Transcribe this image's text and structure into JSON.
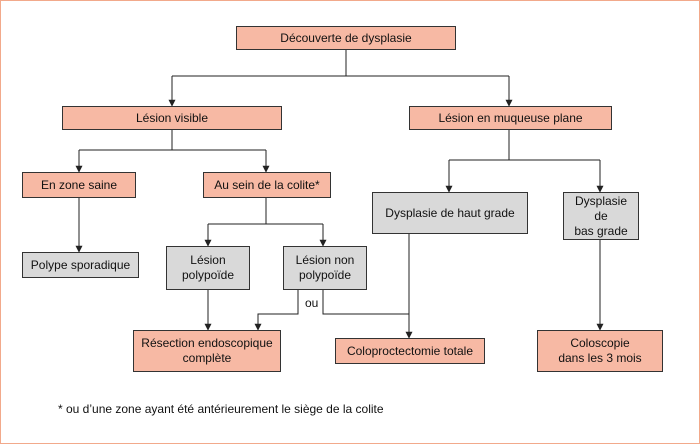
{
  "nodes": {
    "root": "Découverte de dysplasie",
    "visible_lesion": "Lésion visible",
    "flat_lesion": "Lésion en muqueuse plane",
    "healthy_zone": "En zone saine",
    "within_colitis": "Au sein de la colite*",
    "high_grade": "Dysplasie de haut grade",
    "low_grade_line1": "Dysplasie de",
    "low_grade_line2": "bas grade",
    "sporadic_polyp": "Polype sporadique",
    "polypoid_line1": "Lésion",
    "polypoid_line2": "polypoïde",
    "nonpolypoid_line1": "Lésion non",
    "nonpolypoid_line2": "polypoïde",
    "resection_line1": "Résection endoscopique",
    "resection_line2": "complète",
    "coloproctectomy": "Coloproctectomie totale",
    "colonoscopy_line1": "Coloscopie",
    "colonoscopy_line2": "dans les 3 mois"
  },
  "or_label": "ou",
  "footnote": "* ou d’une zone ayant été antérieurement le siège de la colite",
  "colors": {
    "treatment_fill": "#f7b9a4",
    "finding_fill": "#d9d9d9",
    "border": "#333333",
    "frame": "#f2a98b"
  }
}
